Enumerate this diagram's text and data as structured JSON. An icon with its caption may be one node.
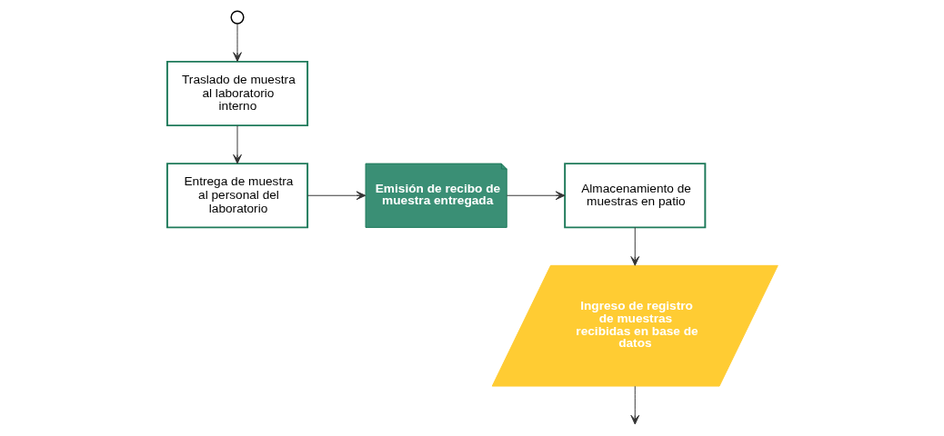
{
  "diagram": {
    "nodes": [
      {
        "text": [],
        "shape": "circle"
      },
      {
        "text": [
          "Traslado de muestra al laboratorio interno"
        ]
      },
      {
        "text": [
          "Entrega de muestra al personal del laboratorio"
        ]
      },
      {
        "text": [
          "Emisión de recibo de muestra entregada"
        ]
      },
      {
        "text": [
          "Almacenamiento de muestras en patio"
        ]
      },
      {
        "text": [
          "Ingreso de registro de muestras recibidas en base de datos"
        ]
      }
    ],
    "edges": [
      {
        "from": 0,
        "to": 1,
        "arrow": "to"
      },
      {
        "from": 1,
        "to": 2,
        "arrow": "to"
      },
      {
        "from": 2,
        "to": 3,
        "arrow": "to"
      },
      {
        "from": 3,
        "to": 4,
        "arrow": "to"
      },
      {
        "from": 4,
        "to": 5,
        "arrow": "to"
      },
      {
        "from": 5,
        "to": null,
        "arrow": "to"
      }
    ]
  }
}
